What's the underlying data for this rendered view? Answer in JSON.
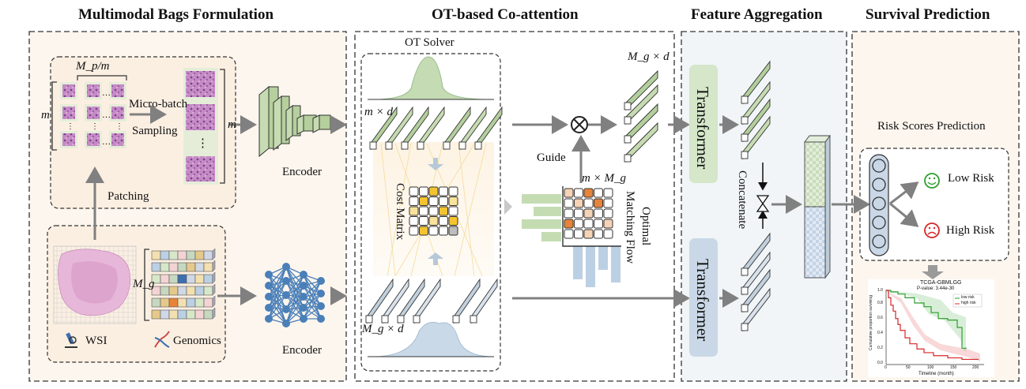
{
  "sections": {
    "bags": "Multimodal Bags Formulation",
    "ot": "OT-based Co-attention",
    "agg": "Feature Aggregation",
    "surv": "Survival Prediction"
  },
  "bags": {
    "mp_over_m": "M_p/m",
    "m_left": "m",
    "m_right": "m",
    "micro_batch": "Micro-batch",
    "sampling": "Sampling",
    "patching": "Patching",
    "encoder_top": "Encoder",
    "encoder_bottom": "Encoder",
    "mg": "M_g",
    "wsi": "WSI",
    "genomics": "Genomics"
  },
  "ot": {
    "solver": "OT Solver",
    "m_x_d": "m × d",
    "mg_x_d_bottom": "M_g × d",
    "cost_matrix": "Cost Matrix",
    "guide": "Guide",
    "m_x_mg": "m × M_g",
    "optimal": "Optimal",
    "matching_flow": "Matching Flow",
    "mg_x_d_top": "M_g × d"
  },
  "agg": {
    "transformer_top": "Transformer",
    "transformer_bottom": "Transformer",
    "concatenate": "Concatenate"
  },
  "surv": {
    "risk_title": "Risk Scores Prediction",
    "low_risk": "Low Risk",
    "high_risk": "High Risk",
    "km_title": "TCGA-GBMLGG",
    "km_pvalue": "P-value: 3.44e-30",
    "km_legend_low": "low risk",
    "km_legend_high": "high risk",
    "km_xlabel": "Timeline (month)",
    "km_ylabel": "Cumulative proportion surviving",
    "km_xticks": [
      "0",
      "50",
      "100",
      "150",
      "200"
    ],
    "km_yticks": [
      "0.0",
      "0.2",
      "0.4",
      "0.6",
      "0.8",
      "1.0"
    ]
  },
  "colors": {
    "panel_border": "#333333",
    "panel_fill_peach": "#fdf6ee",
    "panel_fill_agg": "#f1f5f7",
    "arrow": "#808080",
    "green_box": "#d5e6c9",
    "blue_box": "#c9d7e6",
    "encoder_green": "#c6dbb1",
    "nn_blue": "#4a7fb8",
    "cost_yellow": "#f4c430",
    "flow_orange": "#e8833a",
    "km_low": "#2e9e2e",
    "km_high": "#d62728"
  },
  "icons": [
    "microscope-icon",
    "dna-icon",
    "smile-icon",
    "frown-icon",
    "otimes-icon",
    "neural-network-icon",
    "encoder-icon"
  ]
}
